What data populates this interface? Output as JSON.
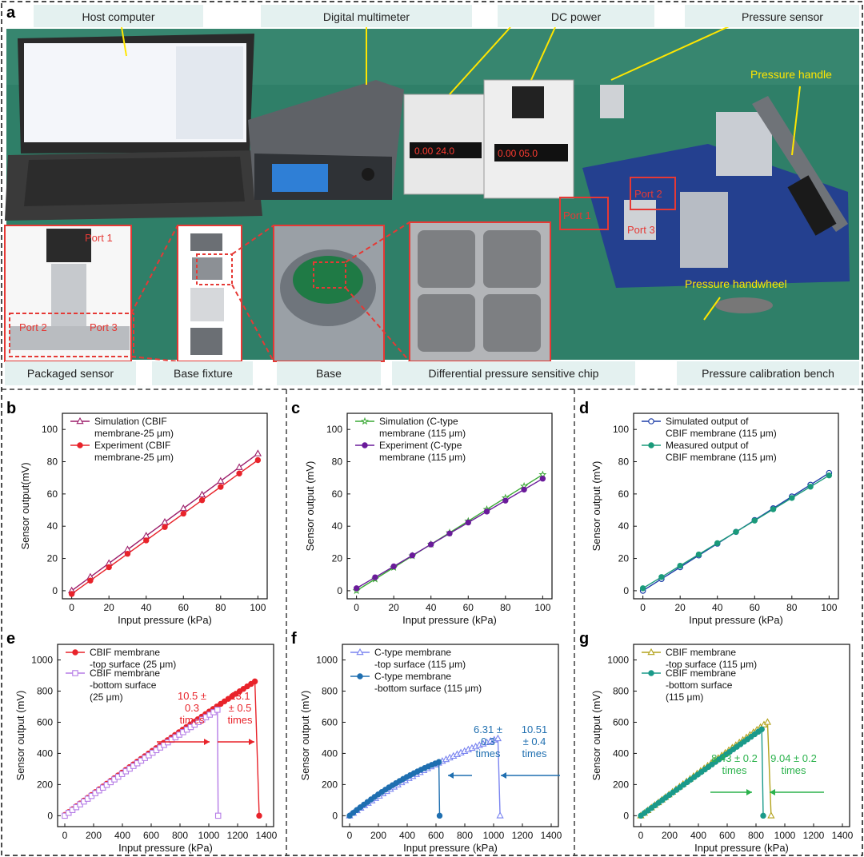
{
  "figure": {
    "panel_a": {
      "letter": "a",
      "top_captions": [
        "Host computer",
        "Digital multimeter",
        "DC power",
        "Pressure sensor"
      ],
      "bottom_captions": [
        "Packaged sensor",
        "Base fixture",
        "Base",
        "Differential pressure sensitive chip",
        "Pressure calibration bench"
      ],
      "photo_labels": {
        "pressure_handle": "Pressure handle",
        "pressure_handwheel": "Pressure handwheel",
        "port1": "Port 1",
        "port2": "Port 2",
        "port3": "Port 3",
        "inset_port1": "Port 1",
        "inset_port2": "Port 2",
        "inset_port3": "Port 3"
      },
      "display_left": "0.00  24.0",
      "display_right": "0.00  05.0"
    },
    "panels": [
      {
        "letter": "b",
        "xlabel": "Input pressure (kPa)",
        "ylabel": "Sensor output(mV)"
      },
      {
        "letter": "c",
        "xlabel": "Input pressure (kPa)",
        "ylabel": "Sensor output (mV)"
      },
      {
        "letter": "d",
        "xlabel": "Input pressure (kPa)",
        "ylabel": "Sensor output (mV)"
      },
      {
        "letter": "e",
        "xlabel": "Input pressure (kPa)",
        "ylabel": "Sensor output (mV)",
        "annotations": [
          [
            "10.5 ±",
            "0.3",
            "times"
          ],
          [
            "13.1",
            "± 0.5",
            "times"
          ]
        ]
      },
      {
        "letter": "f",
        "xlabel": "Input pressure (kPa)",
        "ylabel": "Sensor output (mV)",
        "annotations": [
          [
            "6.31 ±",
            "0.3",
            "times"
          ],
          [
            "10.51",
            "± 0.4",
            "times"
          ]
        ]
      },
      {
        "letter": "g",
        "xlabel": "Input pressure (kPa)",
        "ylabel": "Sensor output (mV)",
        "annotations": [
          [
            "8.43 ± 0.2",
            "times"
          ],
          [
            "9.04 ± 0.2",
            "times"
          ]
        ]
      }
    ]
  },
  "chart_data": [
    {
      "type": "line",
      "panel": "b",
      "x": [
        0,
        10,
        20,
        30,
        40,
        50,
        60,
        70,
        80,
        90,
        100
      ],
      "xlim": [
        -5,
        105
      ],
      "xticks": [
        0,
        20,
        40,
        60,
        80,
        100
      ],
      "ylim": [
        -5,
        110
      ],
      "yticks": [
        0,
        20,
        40,
        60,
        80,
        100
      ],
      "series": [
        {
          "name": "Simulation (CBIF membrane-25 μm)",
          "legend": [
            "Simulation (CBIF",
            "membrane-25 μm)"
          ],
          "color": "#9c1d6a",
          "marker": "triangle",
          "values": [
            0,
            8.5,
            17,
            25.5,
            34,
            42.5,
            51,
            59.5,
            68,
            76.5,
            85
          ]
        },
        {
          "name": "Experiment (CBIF membrane-25 μm)",
          "legend": [
            "Experiment (CBIF",
            "membrane-25 μm)"
          ],
          "color": "#e8232a",
          "marker": "circle",
          "values": [
            -2,
            6.3,
            14.6,
            22.9,
            31.2,
            39.5,
            47.8,
            56.1,
            64.4,
            72.7,
            81
          ]
        }
      ]
    },
    {
      "type": "line",
      "panel": "c",
      "x": [
        0,
        10,
        20,
        30,
        40,
        50,
        60,
        70,
        80,
        90,
        100
      ],
      "xlim": [
        -5,
        105
      ],
      "xticks": [
        0,
        20,
        40,
        60,
        80,
        100
      ],
      "ylim": [
        -5,
        110
      ],
      "yticks": [
        0,
        20,
        40,
        60,
        80,
        100
      ],
      "series": [
        {
          "name": "Simulation (C-type membrane (115 μm)",
          "legend": [
            "Simulation (C-type",
            "membrane (115 μm)"
          ],
          "color": "#3aa835",
          "marker": "star",
          "values": [
            0,
            7.2,
            14.4,
            21.6,
            28.8,
            36,
            43.2,
            50.4,
            57.6,
            64.8,
            72
          ]
        },
        {
          "name": "Experiment (C-type membrane (115 μm)",
          "legend": [
            "Experiment (C-type",
            "membrane (115 μm)"
          ],
          "color": "#6a1b9a",
          "marker": "circle",
          "values": [
            1.5,
            8.3,
            15.1,
            21.9,
            28.7,
            35.5,
            42.3,
            49.1,
            55.9,
            62.7,
            69.5
          ]
        }
      ]
    },
    {
      "type": "line",
      "panel": "d",
      "x": [
        0,
        10,
        20,
        30,
        40,
        50,
        60,
        70,
        80,
        90,
        100
      ],
      "xlim": [
        -5,
        105
      ],
      "xticks": [
        0,
        20,
        40,
        60,
        80,
        100
      ],
      "ylim": [
        -5,
        110
      ],
      "yticks": [
        0,
        20,
        40,
        60,
        80,
        100
      ],
      "series": [
        {
          "name": "Simulated output of CBIF membrane (115 μm)",
          "legend": [
            "Simulated output of",
            "CBIF membrane (115 μm)"
          ],
          "color": "#1f3fa8",
          "marker": "circle-open",
          "values": [
            0,
            7.3,
            14.6,
            21.9,
            29.2,
            36.5,
            43.8,
            51.1,
            58.4,
            65.7,
            73
          ]
        },
        {
          "name": "Measured output of CBIF membrane (115 μm)",
          "legend": [
            "Measured output of",
            "CBIF membrane (115 μm)"
          ],
          "color": "#1a9a7a",
          "marker": "circle",
          "values": [
            1.5,
            8.5,
            15.5,
            22.5,
            29.5,
            36.5,
            43.5,
            50.5,
            57.5,
            64.5,
            71.5
          ]
        }
      ]
    },
    {
      "type": "line",
      "panel": "e",
      "xlim": [
        -50,
        1450
      ],
      "xticks": [
        0,
        200,
        400,
        600,
        800,
        1000,
        1200,
        1400
      ],
      "ylim": [
        -70,
        1100
      ],
      "yticks": [
        0,
        200,
        400,
        600,
        800,
        1000
      ],
      "series": [
        {
          "name": "CBIF membrane -top surface (25 μm)",
          "legend": [
            "CBIF membrane",
            "-top surface (25 μm)"
          ],
          "color": "#e8232a",
          "marker": "circle",
          "x_start": 0,
          "x_end": 1320,
          "y_start": 5,
          "y_end": 862,
          "n": 50,
          "curve": 0.08,
          "drop_to": 1350,
          "drop_value": 0
        },
        {
          "name": "CBIF membrane -bottom surface (25 μm)",
          "legend": [
            "CBIF membrane",
            "-bottom surface",
            "(25 μm)"
          ],
          "color": "#b57ce6",
          "marker": "square-open",
          "x_start": 0,
          "x_end": 1060,
          "y_start": 0,
          "y_end": 680,
          "n": 40,
          "curve": 0.08,
          "drop_to": 1065,
          "drop_value": 0
        }
      ]
    },
    {
      "type": "line",
      "panel": "f",
      "xlim": [
        -50,
        1450
      ],
      "xticks": [
        0,
        200,
        400,
        600,
        800,
        1000,
        1200,
        1400
      ],
      "ylim": [
        -70,
        1100
      ],
      "yticks": [
        0,
        200,
        400,
        600,
        800,
        1000
      ],
      "series": [
        {
          "name": "C-type membrane -top surface (115 μm)",
          "legend": [
            "C-type membrane",
            "-top surface (115 μm)"
          ],
          "color": "#7a84f0",
          "marker": "triangle-open",
          "x_start": 0,
          "x_end": 1030,
          "y_start": 0,
          "y_end": 495,
          "n": 40,
          "curve": 0.35,
          "drop_to": 1045,
          "drop_value": 0
        },
        {
          "name": "C-type membrane -bottom surface (115 μm)",
          "legend": [
            "C-type membrane",
            "-bottom surface (115 μm)"
          ],
          "color": "#1f6fb0",
          "marker": "circle",
          "x_start": 0,
          "x_end": 620,
          "y_start": 0,
          "y_end": 345,
          "n": 25,
          "curve": 0.35,
          "drop_to": 625,
          "drop_value": 0
        }
      ]
    },
    {
      "type": "line",
      "panel": "g",
      "xlim": [
        -50,
        1450
      ],
      "xticks": [
        0,
        200,
        400,
        600,
        800,
        1000,
        1200,
        1400
      ],
      "ylim": [
        -70,
        1100
      ],
      "yticks": [
        0,
        200,
        400,
        600,
        800,
        1000
      ],
      "series": [
        {
          "name": "CBIF membrane -top surface (115 μm)",
          "legend": [
            "CBIF membrane",
            "-top surface (115 μm)"
          ],
          "color": "#b3a21c",
          "marker": "triangle-open",
          "x_start": 0,
          "x_end": 880,
          "y_start": 0,
          "y_end": 600,
          "n": 36,
          "curve": 0.02,
          "drop_to": 905,
          "drop_value": 0
        },
        {
          "name": "CBIF membrane -bottom surface (115 μm)",
          "legend": [
            "CBIF membrane",
            "-bottom surface",
            "(115 μm)"
          ],
          "color": "#1a9a8a",
          "marker": "circle",
          "x_start": 0,
          "x_end": 840,
          "y_start": 0,
          "y_end": 555,
          "n": 34,
          "curve": 0.02,
          "drop_to": 850,
          "drop_value": 0
        }
      ]
    }
  ]
}
